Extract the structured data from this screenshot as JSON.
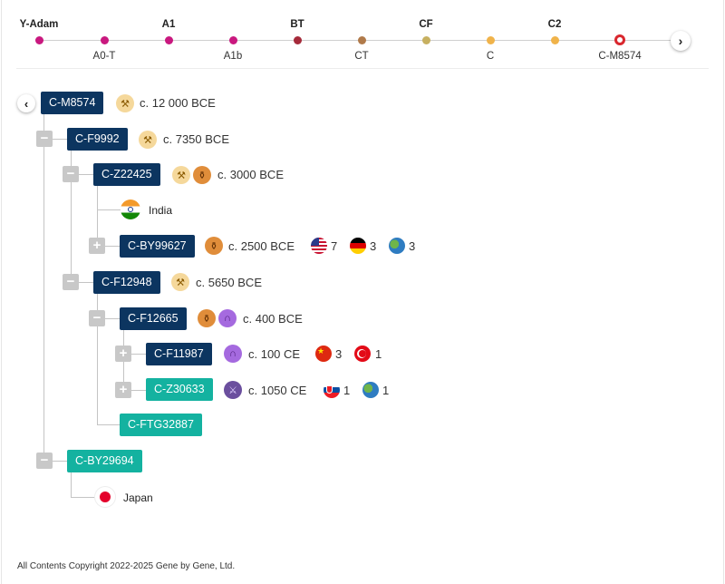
{
  "timeline": {
    "top_labels": [
      "Y-Adam",
      "A1",
      "BT",
      "CF",
      "C2"
    ],
    "bottom_labels": [
      "A0-T",
      "A1b",
      "CT",
      "C",
      "C-M8574"
    ],
    "colors": [
      "#c9187f",
      "#c9187f",
      "#c9187f",
      "#c9187f",
      "#c9187f",
      "#a52a3a",
      "#b07a4a",
      "#c7b060",
      "#f0b34a",
      "#f0b34a",
      "#d9272e"
    ]
  },
  "tree": {
    "root": {
      "label": "C-M8574",
      "date": "c. 12 000 BCE"
    },
    "n1": {
      "label": "C-F9992",
      "date": "c. 7350 BCE"
    },
    "n2": {
      "label": "C-Z22425",
      "date": "c. 3000 BCE"
    },
    "n2_country": "India",
    "n3": {
      "label": "C-BY99627",
      "date": "c. 2500 BCE",
      "flags": [
        "7",
        "3",
        "3"
      ]
    },
    "n4": {
      "label": "C-F12948",
      "date": "c. 5650 BCE"
    },
    "n5": {
      "label": "C-F12665",
      "date": "c. 400 BCE"
    },
    "n6": {
      "label": "C-F11987",
      "date": "c. 100 CE",
      "flags": [
        "3",
        "1"
      ]
    },
    "n7": {
      "label": "C-Z30633",
      "date": "c. 1050 CE",
      "flags": [
        "1",
        "1"
      ]
    },
    "n8": {
      "label": "C-FTG32887"
    },
    "n9": {
      "label": "C-BY29694"
    },
    "n9_country": "Japan"
  },
  "footer": "All Contents Copyright 2022-2025 Gene by Gene, Ltd."
}
